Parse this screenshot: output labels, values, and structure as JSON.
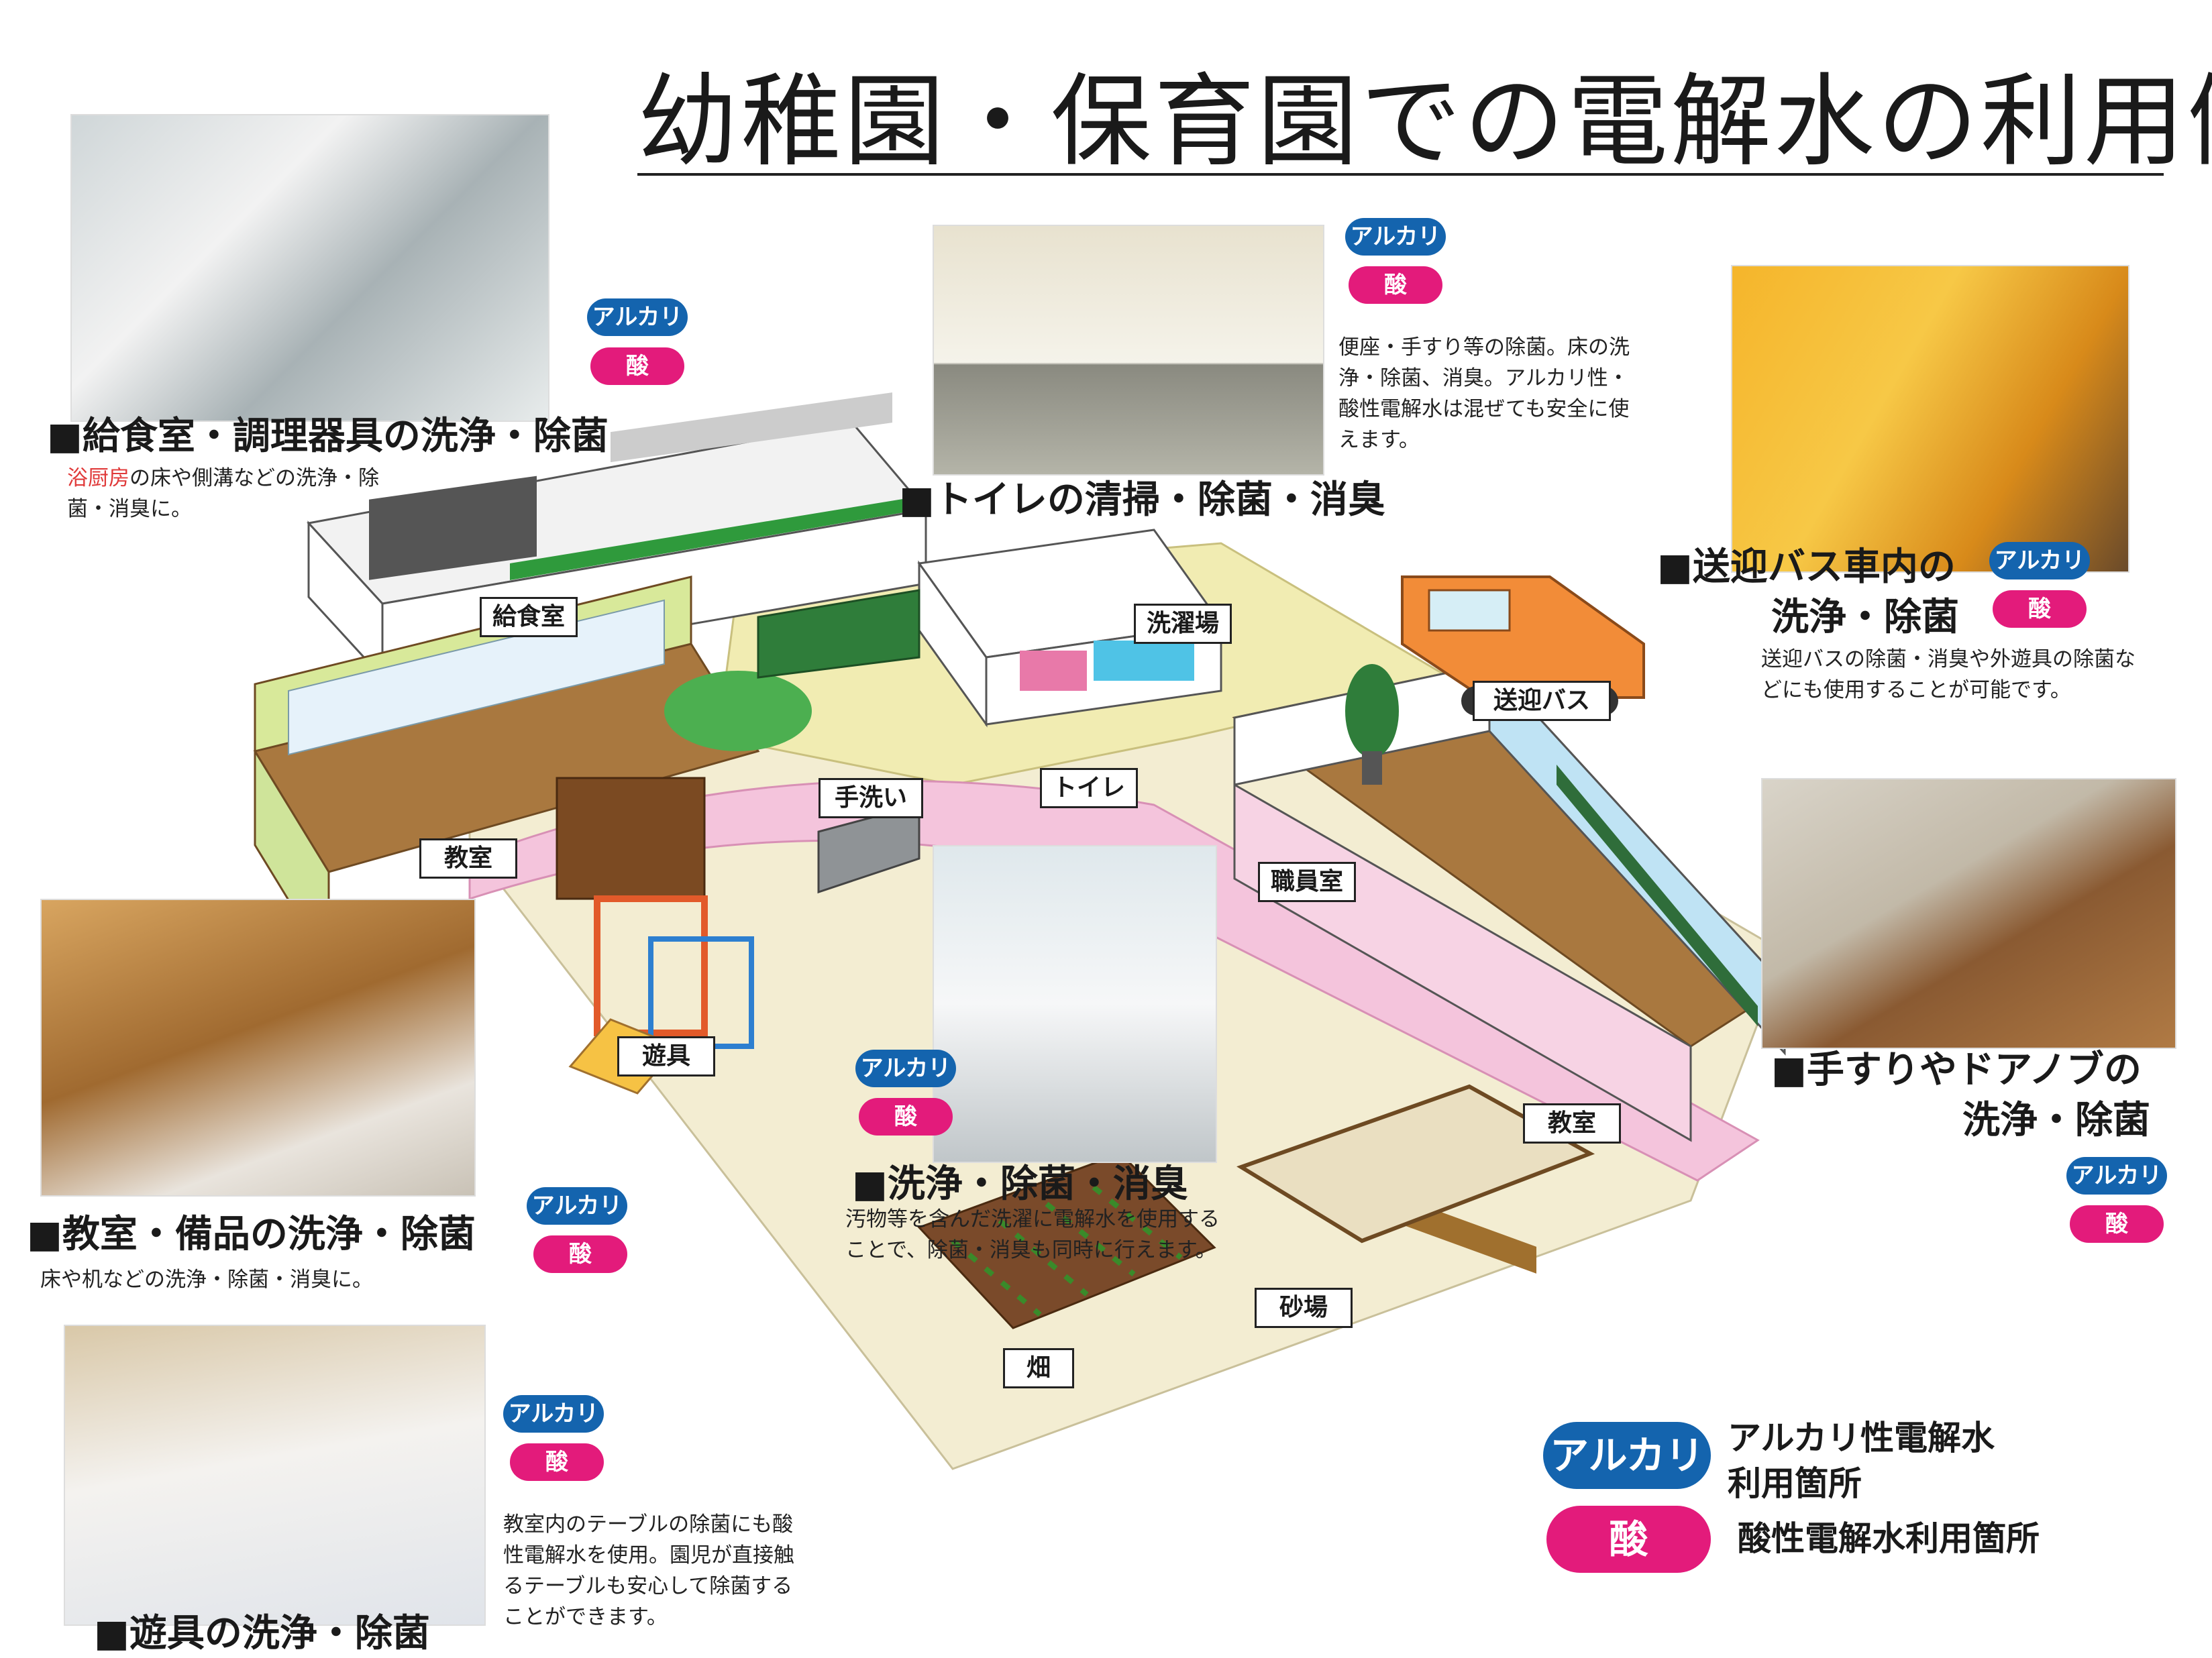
{
  "title": "幼稚園・保育園での電解水の利用例",
  "badges": {
    "alkali": "アルカリ",
    "acid": "酸"
  },
  "colors": {
    "alkali": "#1464ae",
    "acid": "#e31b7b",
    "wall_pink": "#f4c4dc",
    "floor_yellow": "#f1ecb2",
    "wood": "#8a5a34",
    "grass": "#d8e99a",
    "sky": "#bfe3f4"
  },
  "sections": {
    "kitchen": {
      "heading": "■給食室・調理器具の洗浄・除菌",
      "desc_red": "浴厨房",
      "desc": "の床や側溝などの洗浄・除菌・消臭に。"
    },
    "toilet": {
      "heading": "■トイレの清掃・除菌・消臭",
      "desc": "便座・手すり等の除菌。床の洗浄・除菌、消臭。アルカリ性・酸性電解水は混ぜても安全に使えます。"
    },
    "bus": {
      "heading_line1": "■送迎バス車内の",
      "heading_line2": "洗浄・除菌",
      "desc": "送迎バスの除菌・消臭や外遊具の除菌などにも使用することが可能です。"
    },
    "handrail": {
      "heading_line1": "■手すりやドアノブの",
      "heading_line2": "洗浄・除菌"
    },
    "laundry": {
      "heading": "■洗浄・除菌・消臭",
      "desc": "汚物等を含んだ洗濯に電解水を使用することで、除菌・消臭も同時に行えます。"
    },
    "classroom": {
      "heading": "■教室・備品の洗浄・除菌",
      "desc": "床や机などの洗浄・除菌・消臭に。"
    },
    "toys": {
      "heading": "■遊具の洗浄・除菌",
      "desc": "教室内のテーブルの除菌にも酸性電解水を使用。園児が直接触るテーブルも安心して除菌することができます。"
    }
  },
  "map_labels": {
    "kitchen": "給食室",
    "laundry_room": "洗濯場",
    "bus": "送迎バス",
    "handwash": "手洗い",
    "toilet": "トイレ",
    "classroom_left": "教室",
    "staff_room": "職員室",
    "playground": "遊具",
    "classroom_right": "教室",
    "sandbox": "砂場",
    "field": "畑"
  },
  "legend": {
    "alkali_line1": "アルカリ性電解水",
    "alkali_line2": "利用箇所",
    "acid": "酸性電解水利用箇所"
  }
}
